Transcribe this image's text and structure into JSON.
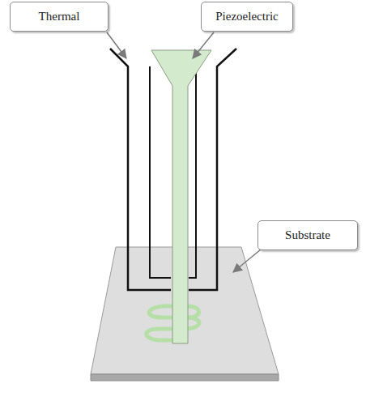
{
  "diagram": {
    "nodes": [
      {
        "text": [
          "Thermal"
        ]
      },
      {
        "text": [
          "Piezoelectric"
        ]
      },
      {
        "text": [
          "Substrate"
        ]
      }
    ]
  }
}
